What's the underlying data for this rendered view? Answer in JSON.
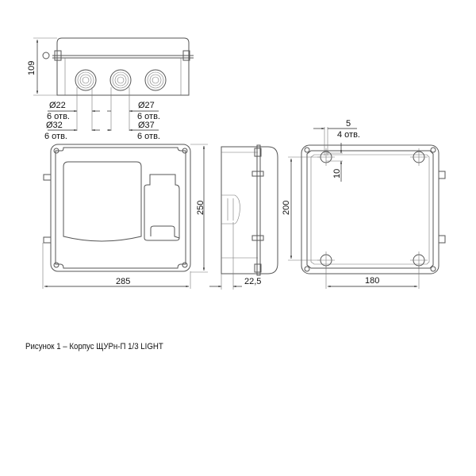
{
  "top_view": {
    "height_label": "109",
    "holes": [
      {
        "diameter": "Ø22",
        "count": "6 отв."
      },
      {
        "diameter": "Ø27",
        "count": "6 отв."
      },
      {
        "diameter": "Ø32",
        "count": "6 отв."
      },
      {
        "diameter": "Ø37",
        "count": "6 отв."
      }
    ]
  },
  "front_view": {
    "height_label": "250",
    "width_label": "285"
  },
  "side_view": {
    "depth_label": "22,5"
  },
  "back_view": {
    "hole_size_label": "5",
    "hole_count_label": "4 отв.",
    "offset_label": "10",
    "vertical_spacing_label": "200",
    "horizontal_spacing_label": "180"
  },
  "caption": "Рисунок 1 – Корпус ЩУРн-П 1/3 LIGHT"
}
